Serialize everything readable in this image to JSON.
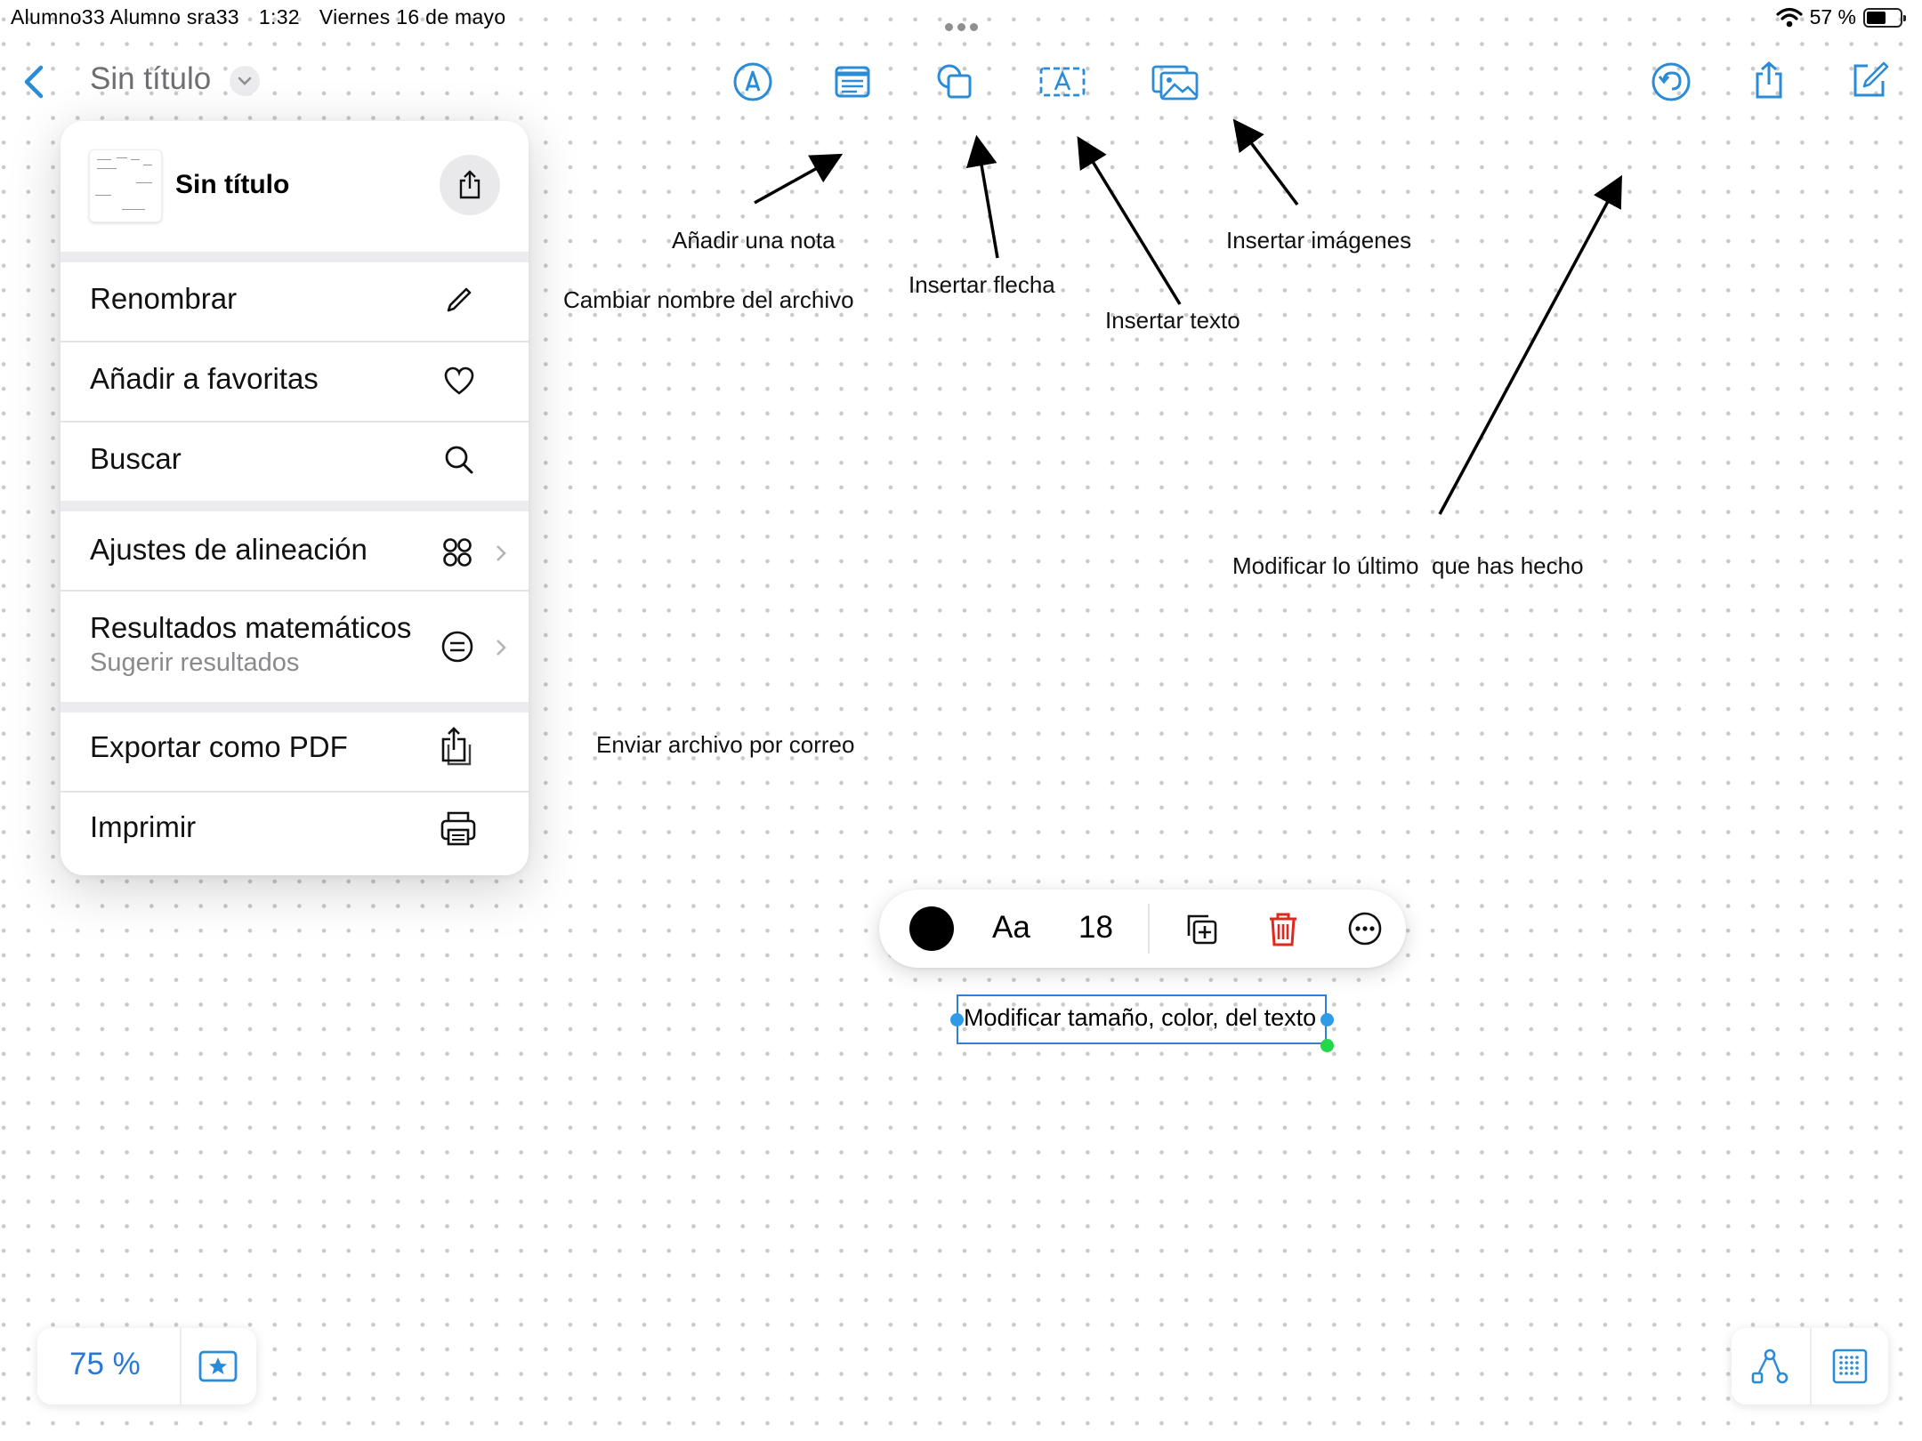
{
  "status_bar": {
    "user": "Alumno33 Alumno sra33",
    "time": "1:32",
    "date": "Viernes 16 de mayo",
    "battery_percent": "57 %",
    "battery_level": 0.57
  },
  "header": {
    "document_title": "Sin título"
  },
  "toolbar": {
    "center_icons": [
      "pen-marker-icon",
      "note-icon",
      "shapes-icon",
      "text-box-icon",
      "image-icon"
    ],
    "right_icons": [
      "undo-icon",
      "share-icon",
      "compose-icon"
    ],
    "accent_color": "#2a8bd6"
  },
  "menu": {
    "header_title": "Sin título",
    "items": [
      {
        "label": "Renombrar",
        "icon": "pencil-icon"
      },
      {
        "label": "Añadir a favoritas",
        "icon": "heart-icon"
      },
      {
        "label": "Buscar",
        "icon": "search-icon"
      },
      {
        "label": "Ajustes de alineación",
        "icon": "grid-circles-icon",
        "has_submenu": true
      },
      {
        "label": "Resultados matemáticos",
        "sublabel": "Sugerir resultados",
        "icon": "equals-icon",
        "has_submenu": true
      },
      {
        "label": "Exportar como PDF",
        "icon": "export-icon"
      },
      {
        "label": "Imprimir",
        "icon": "printer-icon"
      }
    ]
  },
  "annotations": {
    "note": "Añadir una nota",
    "rename": "Cambiar nombre del archivo",
    "arrow": "Insertar flecha",
    "text": "Insertar texto",
    "images": "Insertar imágenes",
    "undo": "Modificar lo último  que has hecho",
    "email": "Enviar archivo por correo",
    "selected_text": "Modificar tamaño, color, del texto"
  },
  "format_bar": {
    "color": "#000000",
    "font_label": "Aa",
    "font_size": "18",
    "delete_color": "#e0281e"
  },
  "bottom": {
    "zoom": "75 %"
  }
}
